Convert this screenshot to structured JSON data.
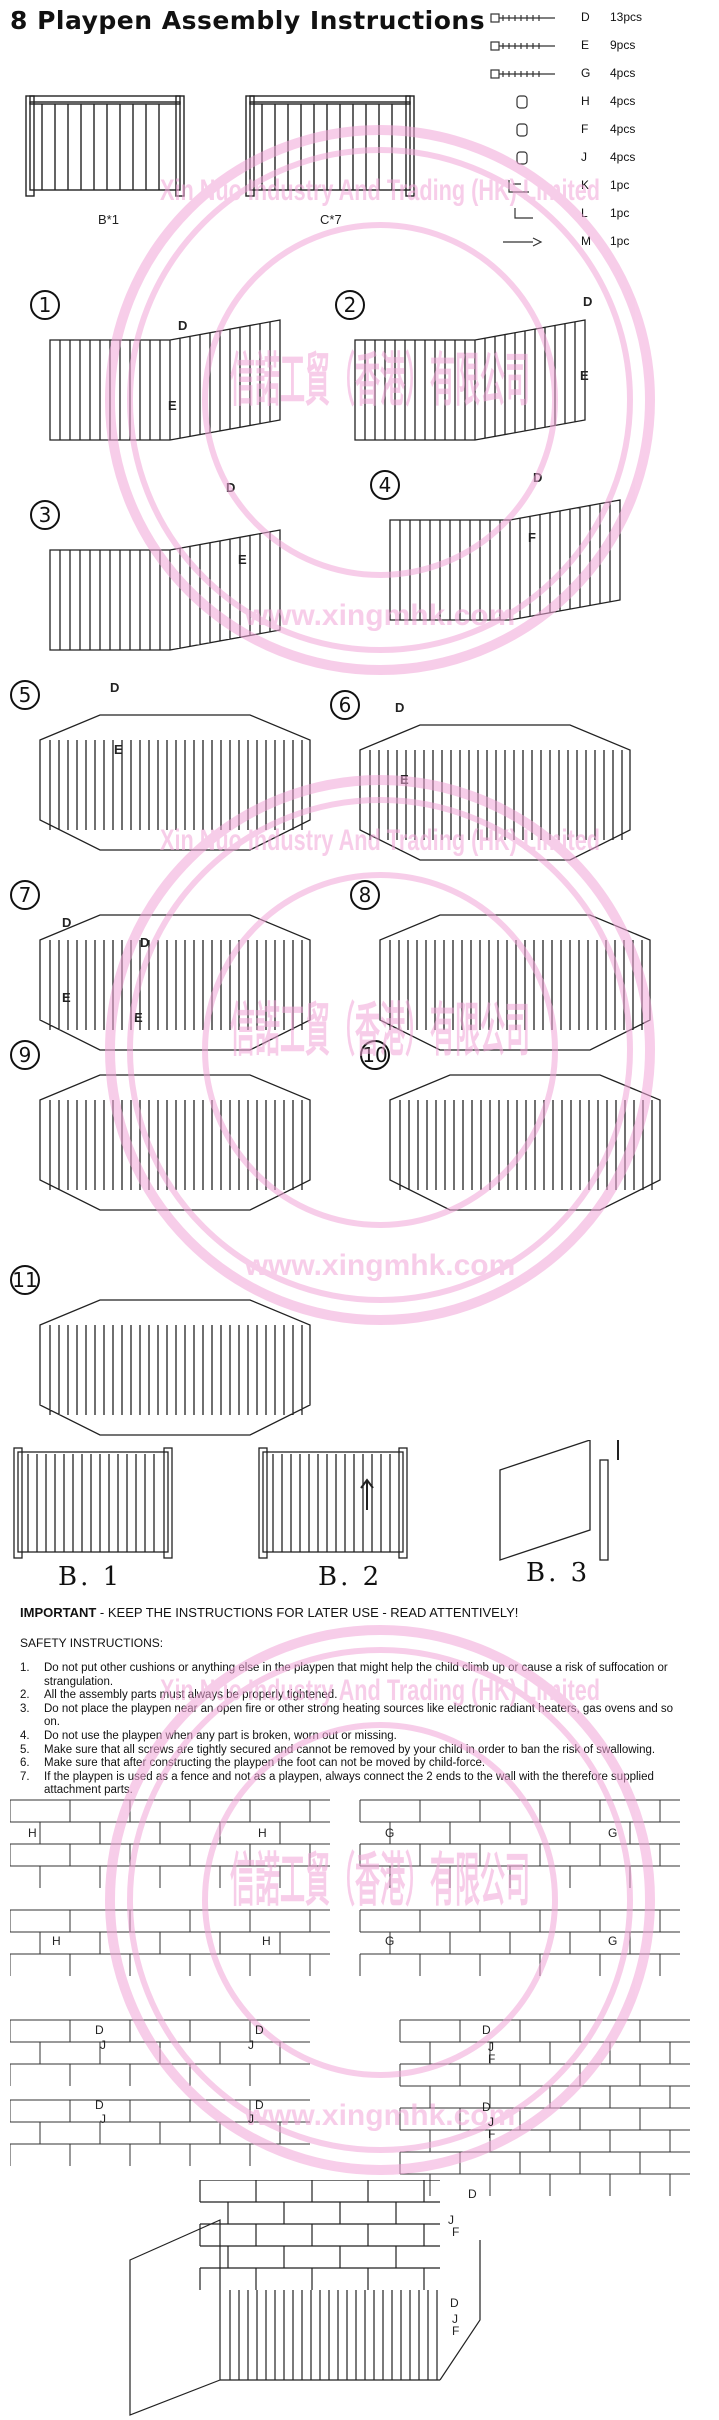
{
  "title": "8 Playpen Assembly Instructions",
  "parts": [
    {
      "code": "D",
      "qty": "13pcs",
      "icon": "long-bolt-icon"
    },
    {
      "code": "E",
      "qty": "9pcs",
      "icon": "bolt-icon"
    },
    {
      "code": "G",
      "qty": "4pcs",
      "icon": "screw-icon"
    },
    {
      "code": "H",
      "qty": "4pcs",
      "icon": "wall-plug-icon"
    },
    {
      "code": "F",
      "qty": "4pcs",
      "icon": "cap-nut-icon"
    },
    {
      "code": "J",
      "qty": "4pcs",
      "icon": "washer-icon"
    },
    {
      "code": "K",
      "qty": "1pc",
      "icon": "bracket-icon"
    },
    {
      "code": "L",
      "qty": "1pc",
      "icon": "hex-key-icon"
    },
    {
      "code": "M",
      "qty": "1pc",
      "icon": "spanner-icon"
    }
  ],
  "panels": {
    "b": "B*1",
    "c": "C*7"
  },
  "steps": [
    "1",
    "2",
    "3",
    "4",
    "5",
    "6",
    "7",
    "8",
    "9",
    "10",
    "11"
  ],
  "part_callouts": {
    "d": "D",
    "e": "E",
    "f": "F",
    "g": "G",
    "h": "H",
    "j": "J"
  },
  "gate_steps": [
    "B. 1",
    "B. 2",
    "B. 3"
  ],
  "important": {
    "prefix": "IMPORTANT",
    "text": " - KEEP THE INSTRUCTIONS FOR LATER USE - READ ATTENTIVELY!"
  },
  "safety_title": "SAFETY INSTRUCTIONS:",
  "safety_items": [
    {
      "num": "1.",
      "text": "Do not put other cushions or anything else in the playpen that might help the child climb up or cause a risk of suffocation or strangulation."
    },
    {
      "num": "2.",
      "text": "All the assembly parts must always be properly tightened."
    },
    {
      "num": "3.",
      "text": "Do not place the playpen near an open fire or other strong heating sources like electronic radiant heaters, gas ovens and so on."
    },
    {
      "num": "4.",
      "text": "Do not use the playpen when any part is broken, worn out or missing."
    },
    {
      "num": "5.",
      "text": "Make sure that all screws are tightly secured and cannot be removed by your child in order to ban the risk of swallowing."
    },
    {
      "num": "6.",
      "text": "Make sure that after constructing the playpen the foot can not be moved by child-force."
    },
    {
      "num": "7.",
      "text": "If the playpen is used as a fence and not as a playpen, always connect the 2 ends to the wall with the therefore supplied attachment parts."
    }
  ],
  "watermark": {
    "chinese": "信諾工貿（香港）有限公司",
    "english": "Xin Nuo Industry And Trading (HK) Limited",
    "url": "www.xingmhk.com",
    "color": "#f2a6d8"
  }
}
